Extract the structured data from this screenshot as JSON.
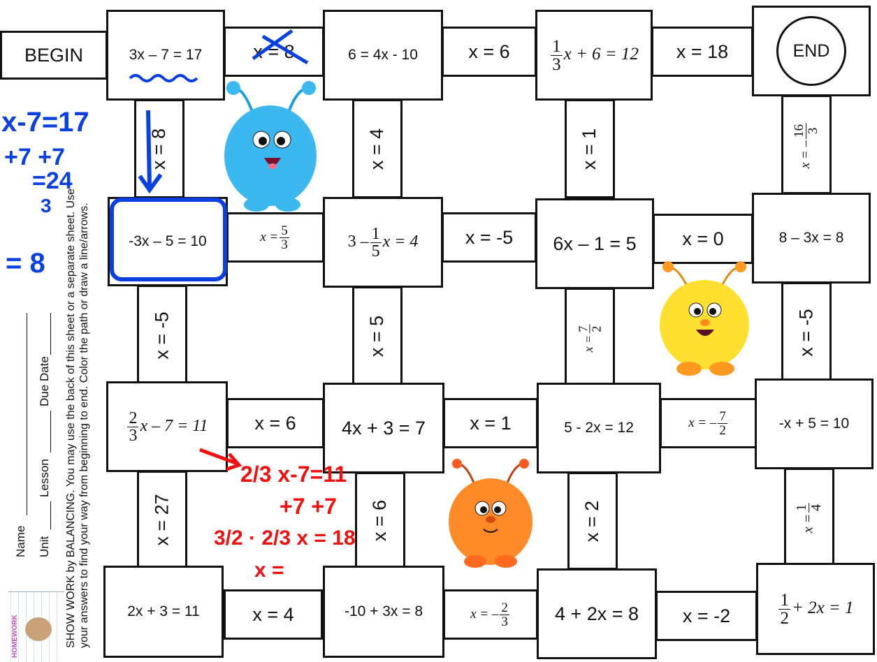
{
  "labels": {
    "begin": "BEGIN",
    "end": "END"
  },
  "instructions": {
    "line1": "SHOW WORK by BALANCING.  You may use the back of this sheet or a separate sheet.  Use",
    "line2": "your answers to find your way from beginning to end.  Color the path or draw a line/arrows."
  },
  "form": {
    "name": "Name",
    "unit": "Unit",
    "lesson": "Lesson",
    "due": "Due Date",
    "logo": "HOMEWORK"
  },
  "equations": {
    "r1c1": "3x – 7 = 17",
    "r1c2": "6 = 4x - 10",
    "r1c3_pre": "x + 6 = 12",
    "r2c0": "-3x – 5 = 10",
    "r2c1_pre": "3 –",
    "r2c1_post": "x = 4",
    "r2c2": "6x – 1 = 5",
    "r2c3": "8 – 3x =  8",
    "r3c0_post": "x – 7 = 11",
    "r3c1": "4x + 3 = 7",
    "r3c2": "5 - 2x = 12",
    "r3c3": "-x + 5 = 10",
    "r4c0": "2x + 3 = 11",
    "r4c1": "-10 + 3x = 8",
    "r4c2": "4 + 2x = 8",
    "r4c3_post": "+ 2x = 1"
  },
  "fractions": {
    "one": "1",
    "two": "2",
    "three": "3",
    "four": "4",
    "five": "5",
    "seven": "7",
    "sixteen": "16"
  },
  "answers": {
    "h1a": "x = 8",
    "h1b": "x = 6",
    "h1c": "x = 18",
    "v1a": "x = 8",
    "v1b": "x = 4",
    "v1c": "x = 1",
    "h2b": "x = -5",
    "h2c": "x = 0",
    "v2a": "x = -5",
    "v2b": "x = 5",
    "v2d": "x = -5",
    "h3a": "x = 6",
    "h3b": "x  = 1",
    "v3a": "x = 27",
    "v3b": "x = 6",
    "v3c": "x = 2",
    "h4a": "x = 4",
    "h4c": "x = -2",
    "x_eq": "x ="
  },
  "ink": {
    "blue1": "x-7=17",
    "blue2": "+7  +7",
    "blue3": "=24",
    "blue4": "3",
    "blue5": "= 8",
    "red1": "2/3 x-7=11",
    "red2": "+7 +7",
    "red3": "3/2 · 2/3 x = 18",
    "red4": "x ="
  },
  "colors": {
    "blue_ink": "#0b3fe0",
    "red_ink": "#f01010",
    "border": "#111111",
    "blue_monster": "#3cb8f0",
    "yellow_monster": "#ffe030",
    "orange_monster": "#ff8a28"
  }
}
